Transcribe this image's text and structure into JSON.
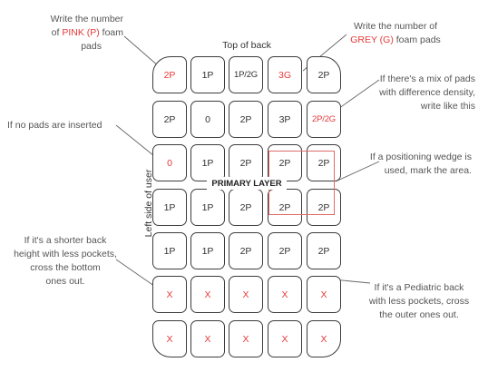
{
  "diagram": {
    "top_label": "Top of back",
    "side_label": "Left side of user",
    "layer_label": "PRIMARY LAYER",
    "colors": {
      "red": "#e63a3a",
      "grid_stroke": "#3d3d3d",
      "leader": "#666666"
    },
    "grid": [
      [
        "2P",
        "1P",
        "1P/2G",
        "3G",
        "2P"
      ],
      [
        "2P",
        "0",
        "2P",
        "3P",
        "2P/2G"
      ],
      [
        "0",
        "1P",
        "2P",
        "2P",
        "2P"
      ],
      [
        "1P",
        "1P",
        "2P",
        "2P",
        "2P"
      ],
      [
        "1P",
        "1P",
        "2P",
        "2P",
        "2P"
      ],
      [
        "X",
        "X",
        "X",
        "X",
        "X"
      ],
      [
        "X",
        "X",
        "X",
        "X",
        "X"
      ]
    ],
    "red_cells": [
      [
        0,
        0
      ],
      [
        0,
        3
      ],
      [
        1,
        4
      ],
      [
        2,
        0
      ],
      [
        5,
        0
      ],
      [
        5,
        1
      ],
      [
        5,
        2
      ],
      [
        5,
        3
      ],
      [
        5,
        4
      ],
      [
        6,
        0
      ],
      [
        6,
        1
      ],
      [
        6,
        2
      ],
      [
        6,
        3
      ],
      [
        6,
        4
      ]
    ],
    "annotations": {
      "pink": {
        "line1": "Write the number",
        "line2_prefix": "of",
        "line2_red": "PINK (P)",
        "line2_suffix": "foam",
        "line3": "pads"
      },
      "grey": {
        "line1": "Write the number of",
        "line2_red": "GREY (G)",
        "line2_suffix": "foam pads"
      },
      "mix": {
        "line1": "If there's a mix of pads",
        "line2": "with difference density,",
        "line3": "write like this"
      },
      "no_pads": {
        "line1": "If no pads are inserted"
      },
      "wedge": {
        "line1": "If a positioning wedge is",
        "line2": "used, mark the area."
      },
      "shorter": {
        "line1": "If it's a shorter back",
        "line2": "height with less pockets,",
        "line3": "cross the bottom",
        "line4": "ones out."
      },
      "pediatric": {
        "line1": "If it's a Pediatric back",
        "line2": "with less pockets, cross",
        "line3": "the outer ones out."
      }
    }
  }
}
